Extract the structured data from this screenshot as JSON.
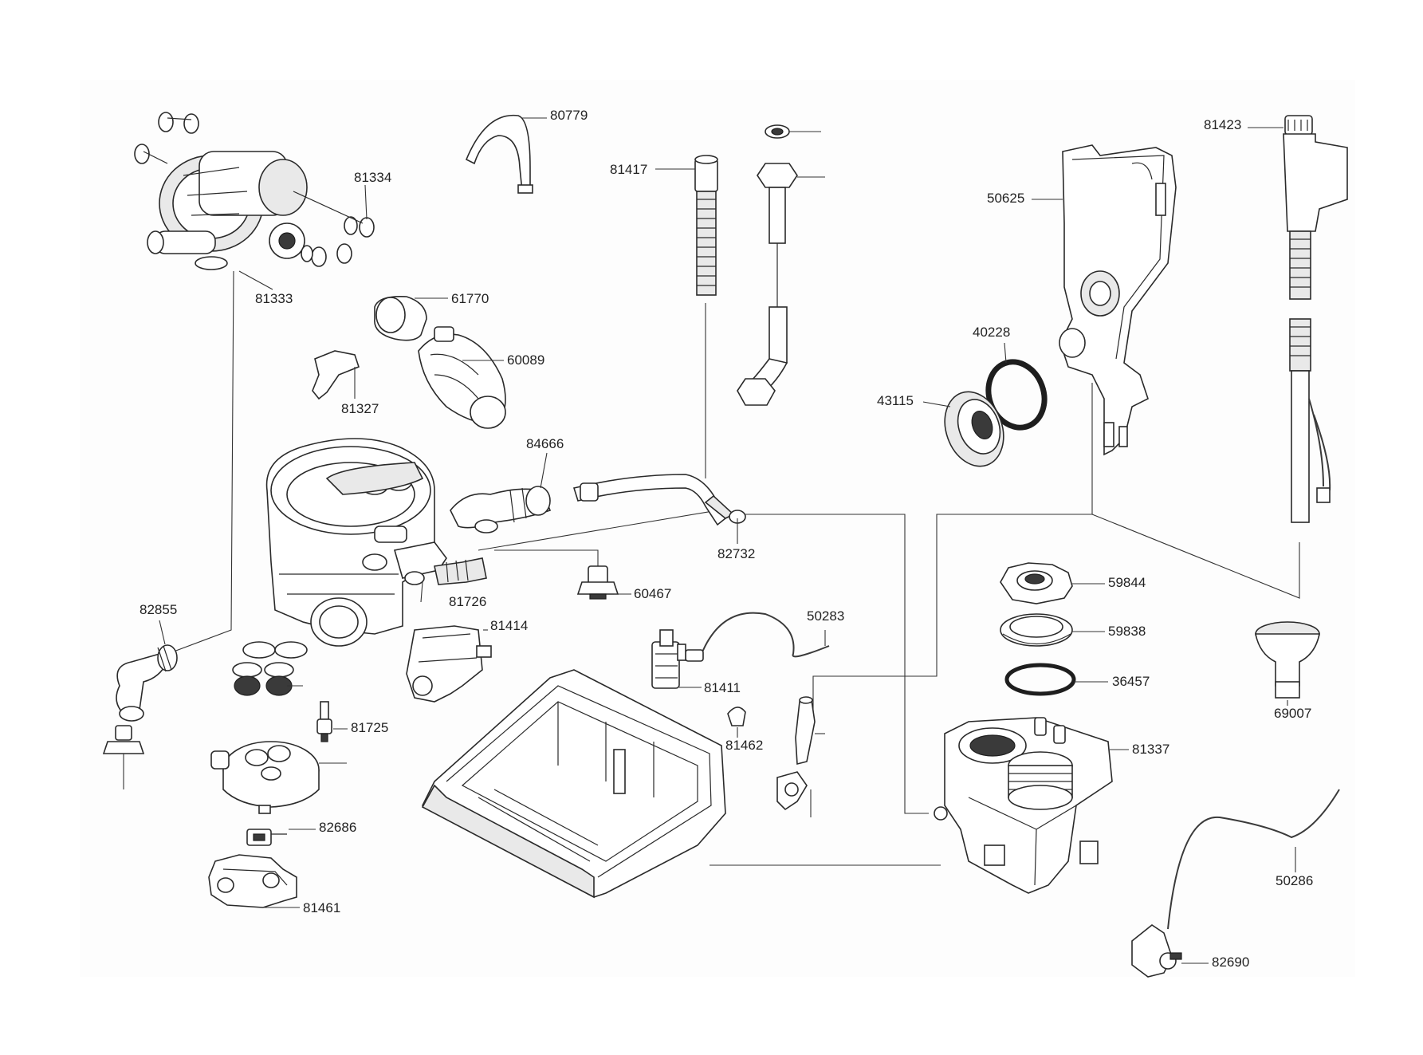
{
  "diagram": {
    "parts": [
      {
        "id": "p-80779",
        "number": "80779"
      },
      {
        "id": "p-81334",
        "number": "81334"
      },
      {
        "id": "p-81333",
        "number": "81333"
      },
      {
        "id": "p-81417",
        "number": "81417"
      },
      {
        "id": "p-61770",
        "number": "61770"
      },
      {
        "id": "p-60089",
        "number": "60089"
      },
      {
        "id": "p-81327",
        "number": "81327"
      },
      {
        "id": "p-84666",
        "number": "84666"
      },
      {
        "id": "p-82732",
        "number": "82732"
      },
      {
        "id": "p-81726",
        "number": "81726"
      },
      {
        "id": "p-60467",
        "number": "60467"
      },
      {
        "id": "p-82855",
        "number": "82855"
      },
      {
        "id": "p-81414",
        "number": "81414"
      },
      {
        "id": "p-50283",
        "number": "50283"
      },
      {
        "id": "p-81411",
        "number": "81411"
      },
      {
        "id": "p-81725",
        "number": "81725"
      },
      {
        "id": "p-81462",
        "number": "81462"
      },
      {
        "id": "p-82686",
        "number": "82686"
      },
      {
        "id": "p-81461",
        "number": "81461"
      },
      {
        "id": "p-81423",
        "number": "81423"
      },
      {
        "id": "p-50625",
        "number": "50625"
      },
      {
        "id": "p-40228",
        "number": "40228"
      },
      {
        "id": "p-43115",
        "number": "43115"
      },
      {
        "id": "p-59844",
        "number": "59844"
      },
      {
        "id": "p-59838",
        "number": "59838"
      },
      {
        "id": "p-36457",
        "number": "36457"
      },
      {
        "id": "p-69007",
        "number": "69007"
      },
      {
        "id": "p-81337",
        "number": "81337"
      },
      {
        "id": "p-50286",
        "number": "50286"
      },
      {
        "id": "p-82690",
        "number": "82690"
      }
    ]
  }
}
